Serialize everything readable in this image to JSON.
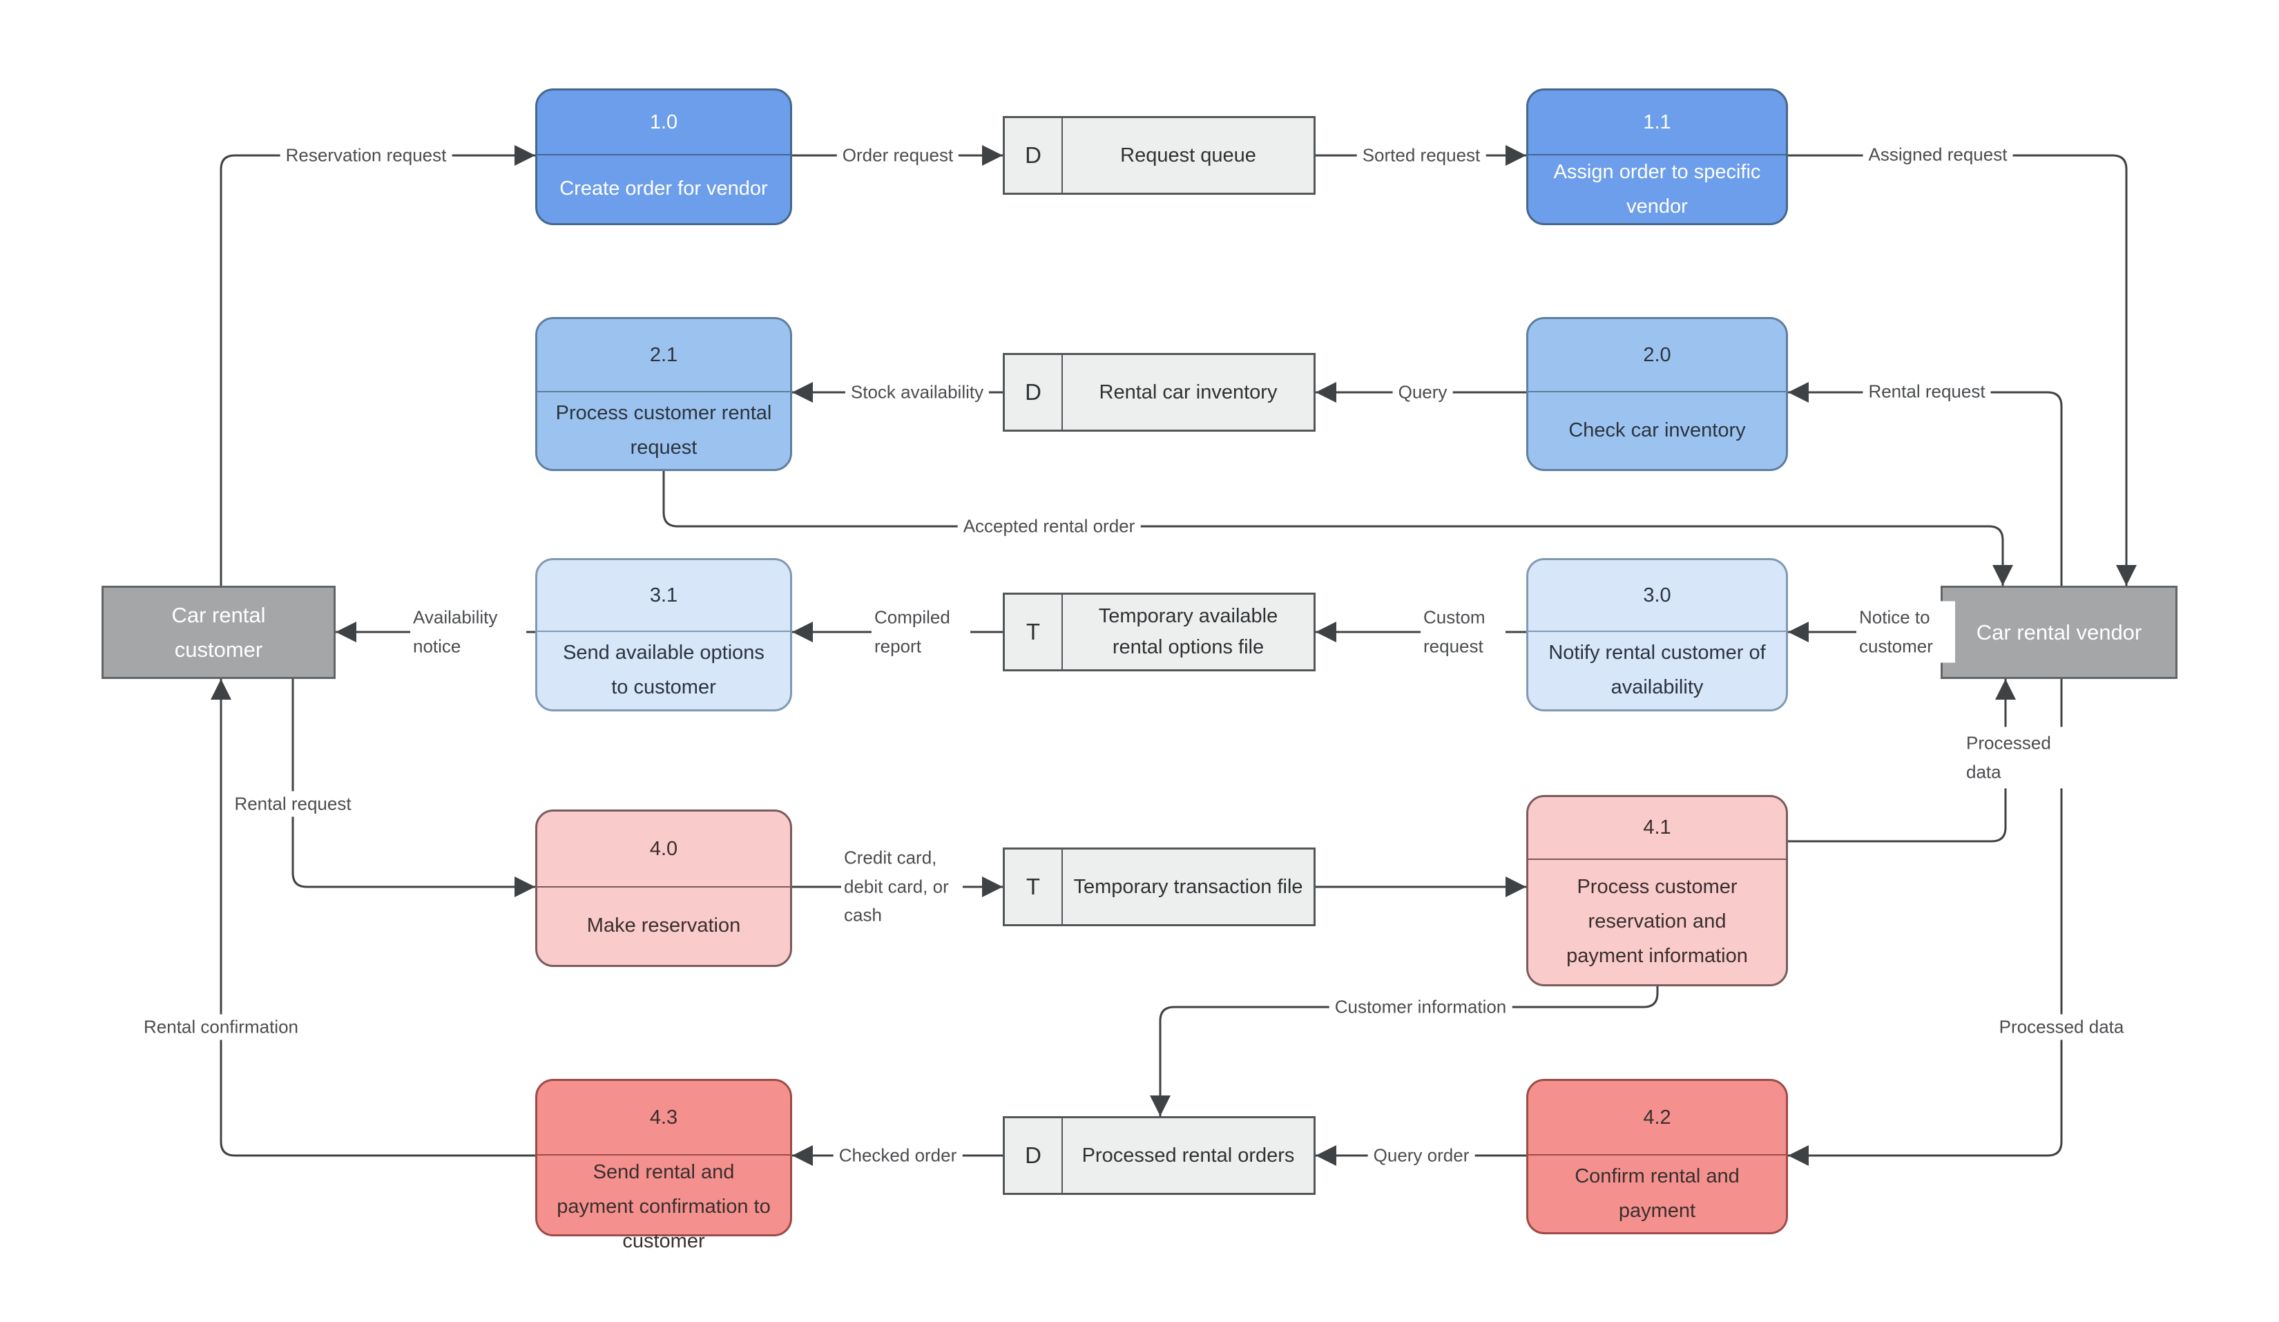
{
  "colors": {
    "bg": "#FFFFFF",
    "edge": "#3F4245",
    "label": "#4A4C4F",
    "blue1_fill": "#6D9EEB",
    "blue1_border": "#46678C",
    "blue1_text": "#FFFFFF",
    "blue2_fill": "#9CC3F0",
    "blue2_border": "#5F7E9E",
    "blue2_text": "#2B333D",
    "blue3_fill": "#D7E6F9",
    "blue3_border": "#8099B3",
    "blue3_text": "#2B333D",
    "pink_fill": "#F9CBCA",
    "pink_border": "#7A5B5B",
    "pink_text": "#392E2E",
    "red_fill": "#F4918E",
    "red_border": "#9C4B49",
    "red_text": "#392E2E",
    "store_fill": "#EDEFEE",
    "store_border": "#53575A",
    "store_text": "#2E3133",
    "entity_fill": "#A5A6A8",
    "entity_border": "#626466",
    "entity_text": "#FFFFFF"
  },
  "entities": {
    "customer": {
      "label": "Car rental customer"
    },
    "vendor": {
      "label": "Car rental vendor"
    }
  },
  "processes": {
    "p10": {
      "number": "1.0",
      "label": "Create order for vendor"
    },
    "p11": {
      "number": "1.1",
      "label": "Assign order to specific vendor"
    },
    "p21": {
      "number": "2.1",
      "label": "Process customer rental request"
    },
    "p20": {
      "number": "2.0",
      "label": "Check car inventory"
    },
    "p31": {
      "number": "3.1",
      "label": "Send available options to customer"
    },
    "p30": {
      "number": "3.0",
      "label": "Notify rental customer of availability"
    },
    "p40": {
      "number": "4.0",
      "label": "Make reservation"
    },
    "p41": {
      "number": "4.1",
      "label": "Process customer reservation and payment information"
    },
    "p43": {
      "number": "4.3",
      "label": "Send rental and payment confirmation to customer"
    },
    "p42": {
      "number": "4.2",
      "label": "Confirm rental and payment"
    }
  },
  "stores": {
    "request_queue": {
      "letter": "D",
      "label": "Request queue"
    },
    "rental_car_inventory": {
      "letter": "D",
      "label": "Rental car inventory"
    },
    "temp_rental_options": {
      "letter": "T",
      "label": "Temporary available rental options file"
    },
    "temp_transaction": {
      "letter": "T",
      "label": "Temporary transaction file"
    },
    "processed_orders": {
      "letter": "D",
      "label": "Processed rental orders"
    }
  },
  "flows": {
    "reservation_request": {
      "label": "Reservation request"
    },
    "order_request": {
      "label": "Order request"
    },
    "sorted_request": {
      "label": "Sorted request"
    },
    "assigned_request": {
      "label": "Assigned request"
    },
    "rental_request_vendor": {
      "label": "Rental request"
    },
    "query": {
      "label": "Query"
    },
    "stock_availability": {
      "label": "Stock availability"
    },
    "accepted_rental_order": {
      "label": "Accepted rental order"
    },
    "notice_to_customer": {
      "label": "Notice to customer"
    },
    "custom_request": {
      "label": "Custom request"
    },
    "compiled_report": {
      "label": "Compiled report"
    },
    "availability_notice": {
      "label": "Availability notice"
    },
    "rental_request_customer": {
      "label": "Rental request"
    },
    "payment_method": {
      "label": "Credit card, debit card, or cash"
    },
    "processed_data_up": {
      "label": "Processed data"
    },
    "customer_information": {
      "label": "Customer information"
    },
    "processed_data_down": {
      "label": "Processed data"
    },
    "query_order": {
      "label": "Query order"
    },
    "checked_order": {
      "label": "Checked order"
    },
    "rental_confirmation": {
      "label": "Rental confirmation"
    }
  }
}
